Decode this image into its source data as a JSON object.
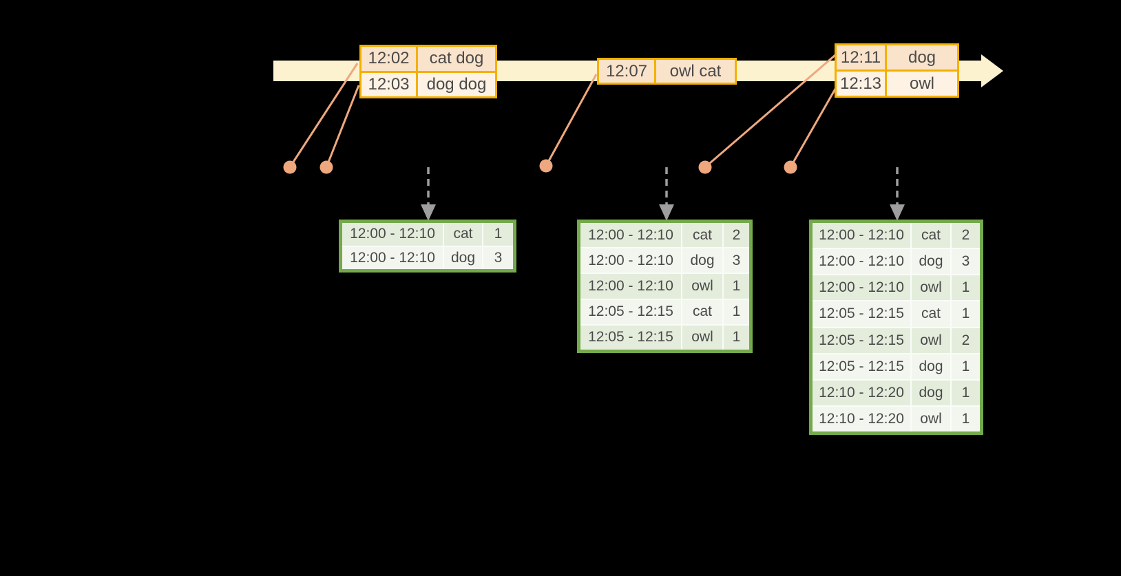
{
  "diagram": {
    "background": "#000000",
    "colors": {
      "band": "#FCF2CF",
      "event_border": "#F4B000",
      "event_row_dark": "#FAE3CB",
      "event_row_light": "#FDF2E3",
      "connector": "#EFA87E",
      "trigger_arrow": "#9E9E9E",
      "result_border": "#74A94C",
      "result_row_tint": "#E4EDDC",
      "result_row_light": "#F2F6EE",
      "text": "#4A4A4A"
    },
    "event_tables": [
      {
        "rows": [
          {
            "time": "12:02",
            "words": "cat dog"
          },
          {
            "time": "12:03",
            "words": "dog dog"
          }
        ]
      },
      {
        "rows": [
          {
            "time": "12:07",
            "words": "owl cat"
          }
        ]
      },
      {
        "rows": [
          {
            "time": "12:11",
            "words": "dog"
          },
          {
            "time": "12:13",
            "words": "owl"
          }
        ]
      }
    ],
    "result_tables": [
      {
        "rows": [
          {
            "window": "12:00 - 12:10",
            "word": "cat",
            "count": "1"
          },
          {
            "window": "12:00 - 12:10",
            "word": "dog",
            "count": "3"
          }
        ]
      },
      {
        "rows": [
          {
            "window": "12:00 - 12:10",
            "word": "cat",
            "count": "2"
          },
          {
            "window": "12:00 - 12:10",
            "word": "dog",
            "count": "3"
          },
          {
            "window": "12:00 - 12:10",
            "word": "owl",
            "count": "1"
          },
          {
            "window": "12:05 - 12:15",
            "word": "cat",
            "count": "1"
          },
          {
            "window": "12:05 - 12:15",
            "word": "owl",
            "count": "1"
          }
        ]
      },
      {
        "rows": [
          {
            "window": "12:00 - 12:10",
            "word": "cat",
            "count": "2"
          },
          {
            "window": "12:00 - 12:10",
            "word": "dog",
            "count": "3"
          },
          {
            "window": "12:00 - 12:10",
            "word": "owl",
            "count": "1"
          },
          {
            "window": "12:05 - 12:15",
            "word": "cat",
            "count": "1"
          },
          {
            "window": "12:05 - 12:15",
            "word": "owl",
            "count": "2"
          },
          {
            "window": "12:05 - 12:15",
            "word": "dog",
            "count": "1"
          },
          {
            "window": "12:10 - 12:20",
            "word": "dog",
            "count": "1"
          },
          {
            "window": "12:10 - 12:20",
            "word": "owl",
            "count": "1"
          }
        ]
      }
    ]
  }
}
